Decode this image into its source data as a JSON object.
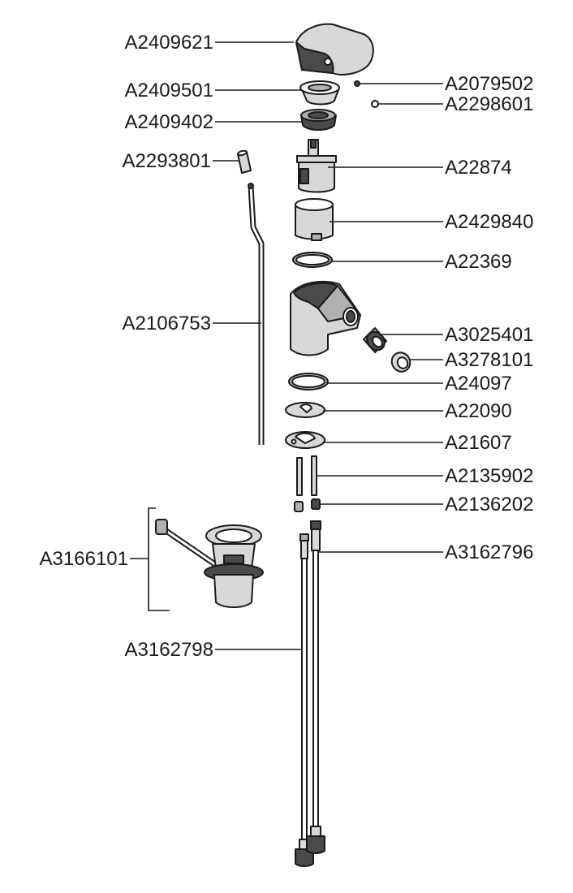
{
  "labels": {
    "handle": "A2409621",
    "cover_ring": "A2409501",
    "nut": "A2409402",
    "screw": "A2079502",
    "plug": "A2298601",
    "link_bushing": "A2293801",
    "cartridge": "A22874",
    "sleeve": "A2429840",
    "o_ring_top": "A22369",
    "pop_up_rod": "A2106753",
    "aerator": "A3025401",
    "aerator_housing": "A3278101",
    "o_ring_bottom": "A24097",
    "washer_top": "A22090",
    "washer_bottom": "A21607",
    "studs": "A2135902",
    "stud_nuts": "A2136202",
    "pop_up_waste": "A3166101",
    "hose_right": "A3162796",
    "hose_left": "A3162798"
  },
  "colors": {
    "line": "#1a1a1a",
    "dark_fill": "#4a4a4a",
    "mid_fill": "#b0b0b0",
    "light_fill": "#d8d8d8"
  }
}
